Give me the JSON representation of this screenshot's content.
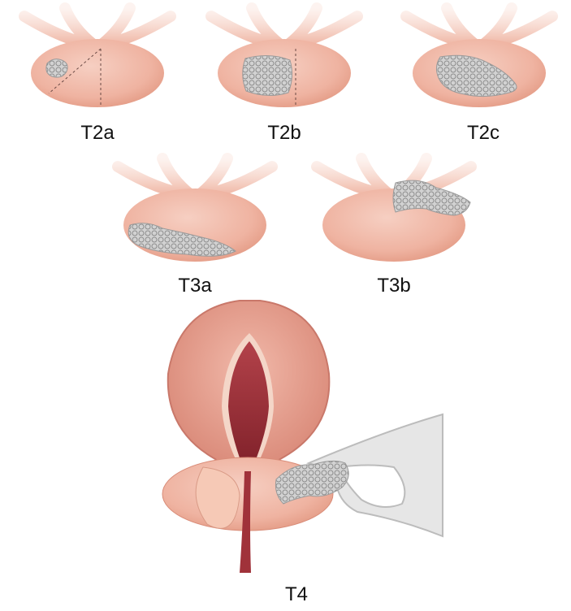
{
  "stages": {
    "t2a": "T2a",
    "t2b": "T2b",
    "t2c": "T2c",
    "t3a": "T3a",
    "t3b": "T3b",
    "t4": "T4"
  },
  "colors": {
    "gland": "#f1b7a5",
    "gland_shadow": "#e7a08a",
    "tubes": "#f3c3b4",
    "tumor": "#c9c9c9",
    "bladder_outer": "#e9a592",
    "bladder_inner": "#9c2f36",
    "pelvic_bone": "#e8e8e8"
  }
}
